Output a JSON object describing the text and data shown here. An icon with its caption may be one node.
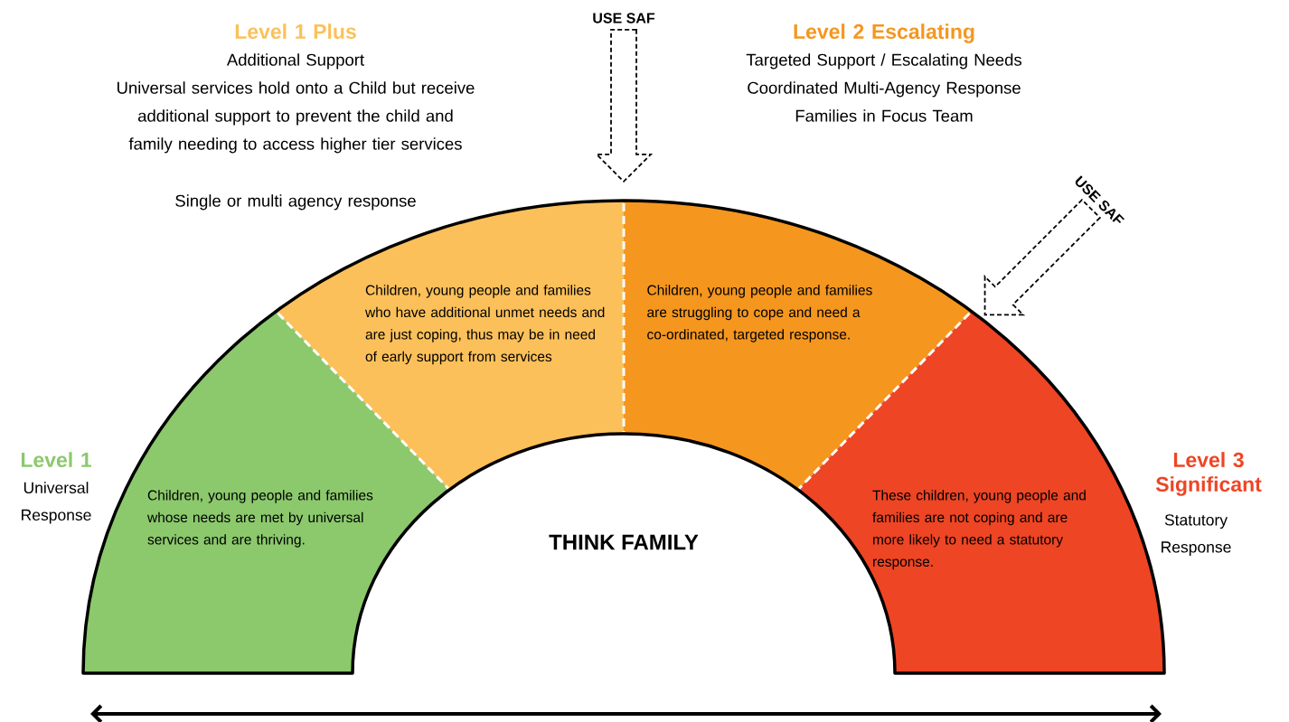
{
  "diagram": {
    "nodes": [
      {
        "text": [
          "Level 1",
          "Universal Response"
        ]
      },
      {
        "text": [
          "Children, young people and families whose needs are met by universal services and are thriving."
        ]
      },
      {
        "text": [
          "Level 1 Plus",
          "Additional Support",
          "Universal services hold onto a Child but receive additional support to prevent the child and family needing to access higher tier services",
          "Single or multi agency response"
        ]
      },
      {
        "text": [
          "Children, young people and families who have additional unmet needs and are just coping, thus may be in need of early support from services"
        ]
      },
      {
        "text": [
          "Level 2 Escalating",
          "Targeted Support / Escalating Needs",
          "Coordinated Multi-Agency Response",
          "Families in Focus Team"
        ]
      },
      {
        "text": [
          "Children, young people and families are struggling to cope and need a co-ordinated, targeted response."
        ]
      },
      {
        "text": [
          "Level 3 Significant",
          "Statutory Response"
        ]
      },
      {
        "text": [
          "These children, young people and families are not coping and are more likely to need a statutory response."
        ]
      },
      {
        "text": [
          "USE SAF"
        ]
      },
      {
        "text": [
          "USE SAF"
        ]
      }
    ],
    "edges": [
      {
        "from": 8,
        "to": null,
        "arrow": "to",
        "style": "dashed"
      },
      {
        "from": 9,
        "to": null,
        "arrow": "to",
        "style": "dashed"
      }
    ],
    "labels": [
      "THINK FAMILY"
    ]
  }
}
